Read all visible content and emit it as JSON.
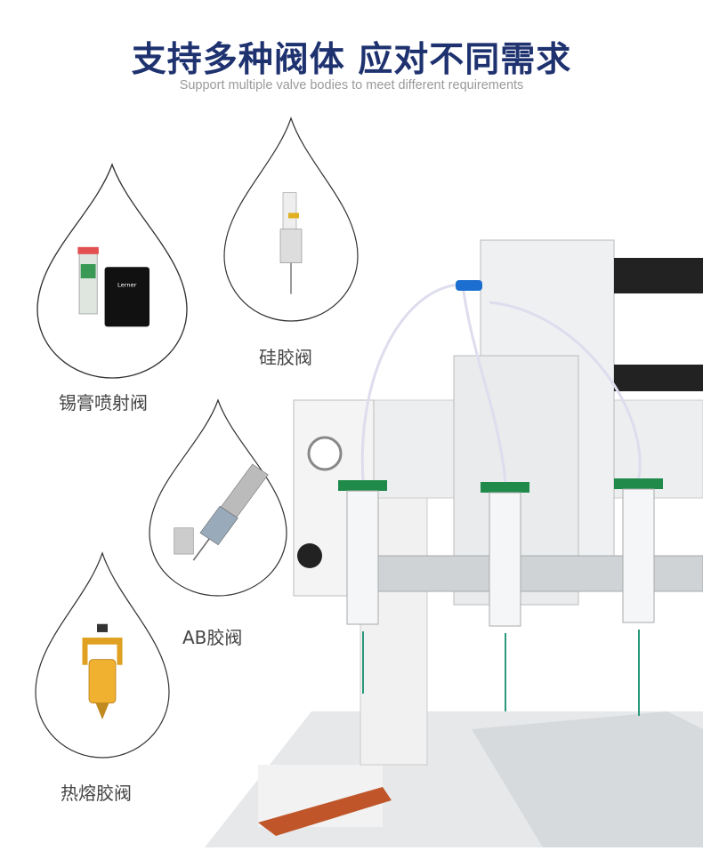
{
  "header": {
    "title": "支持多种阀体 应对不同需求",
    "subtitle": "Support multiple valve bodies to meet different requirements"
  },
  "valves": [
    {
      "label": "锡膏喷射阀",
      "product_text": "Lerner"
    },
    {
      "label": "硅胶阀"
    },
    {
      "label": "AB胶阀"
    },
    {
      "label": "热熔胶阀"
    }
  ],
  "colors": {
    "title": "#1f3270",
    "subtitle": "#9a9a9a",
    "valve_green": "#1f8a4a",
    "tube_blue": "#1c6fd1"
  }
}
